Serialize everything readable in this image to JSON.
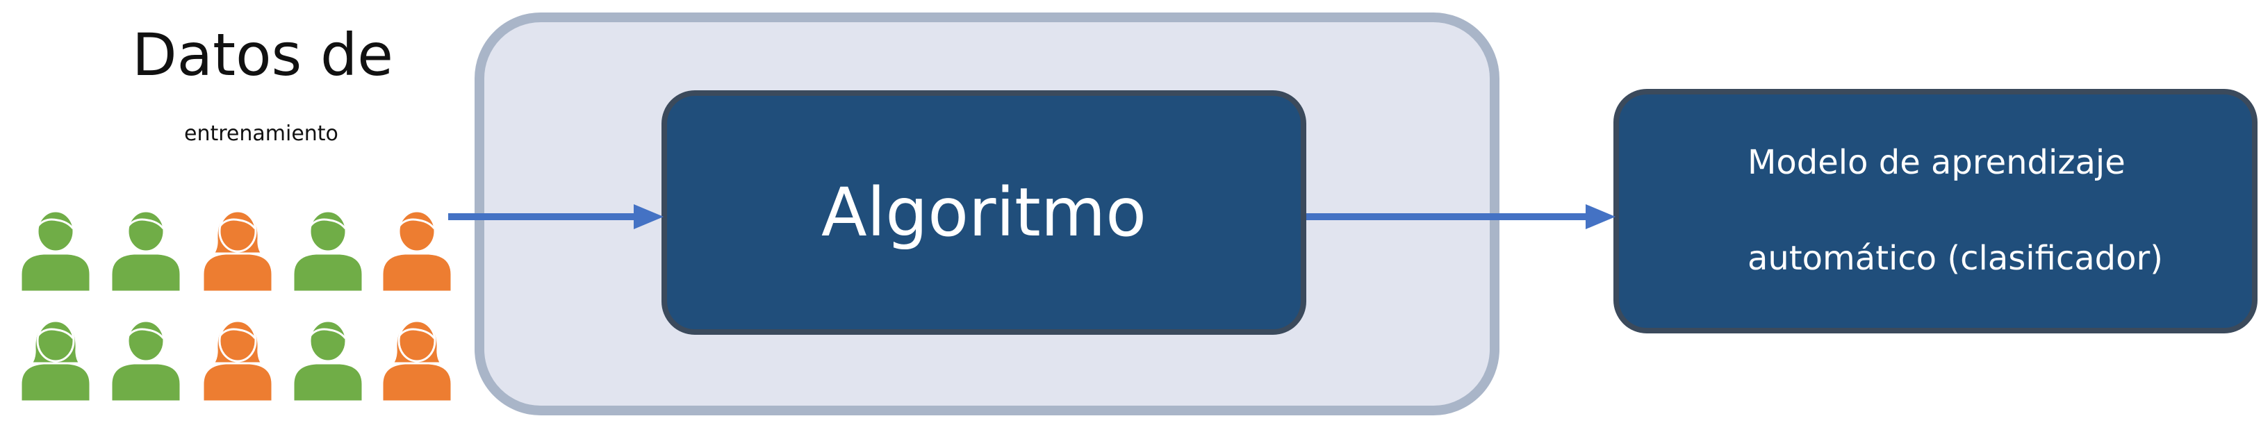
{
  "title": "Datos de",
  "subtitle": "entrenamiento",
  "algorithm_label": "Algoritmo",
  "model_label": {
    "line1": "Modelo de aprendizaje",
    "line2": "automático (clasificador)"
  },
  "colors": {
    "person_green": "#70ad47",
    "person_orange": "#ed7d31",
    "outer_fill": "#e1e4ef",
    "outer_border": "#a9b5c8",
    "box_fill": "#204e7b",
    "box_border": "#3b4a5c",
    "arrow": "#4472c4"
  },
  "people": [
    {
      "color": "green",
      "hair": "short"
    },
    {
      "color": "green",
      "hair": "short"
    },
    {
      "color": "orange",
      "hair": "long"
    },
    {
      "color": "green",
      "hair": "short"
    },
    {
      "color": "orange",
      "hair": "short"
    },
    {
      "color": "green",
      "hair": "long"
    },
    {
      "color": "green",
      "hair": "short"
    },
    {
      "color": "orange",
      "hair": "long"
    },
    {
      "color": "green",
      "hair": "short"
    },
    {
      "color": "orange",
      "hair": "long"
    }
  ]
}
